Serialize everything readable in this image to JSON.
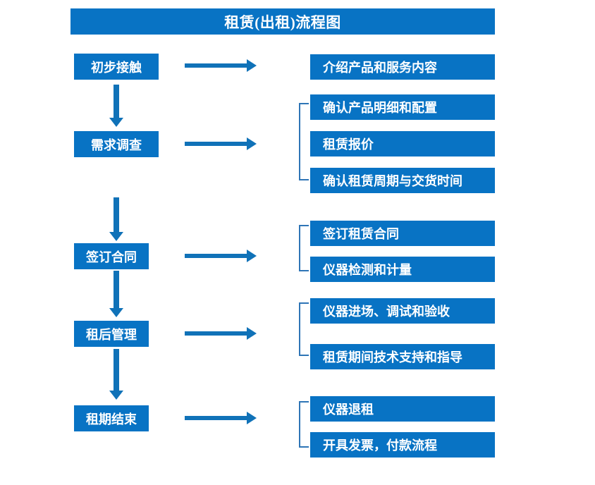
{
  "diagram": {
    "title": "租赁(出租)流程图",
    "theme": {
      "box_fill": "#0873c4",
      "box_text": "#ffffff",
      "arrow": "#1072b8",
      "bracket": "#2e75b6",
      "background": "#ffffff"
    },
    "stages": [
      {
        "id": "stage-1",
        "label": "初步接触",
        "details": [
          "介绍产品和服务内容"
        ]
      },
      {
        "id": "stage-2",
        "label": "需求调查",
        "details": [
          "确认产品明细和配置",
          "租赁报价",
          "确认租赁周期与交货时间"
        ]
      },
      {
        "id": "stage-3",
        "label": "签订合同",
        "details": [
          "签订租赁合同",
          "仪器检测和计量"
        ]
      },
      {
        "id": "stage-4",
        "label": "租后管理",
        "details": [
          "仪器进场、调试和验收",
          "租赁期间技术支持和指导"
        ]
      },
      {
        "id": "stage-5",
        "label": "租期结束",
        "details": [
          "仪器退租",
          "开具发票，付款流程"
        ]
      }
    ]
  }
}
